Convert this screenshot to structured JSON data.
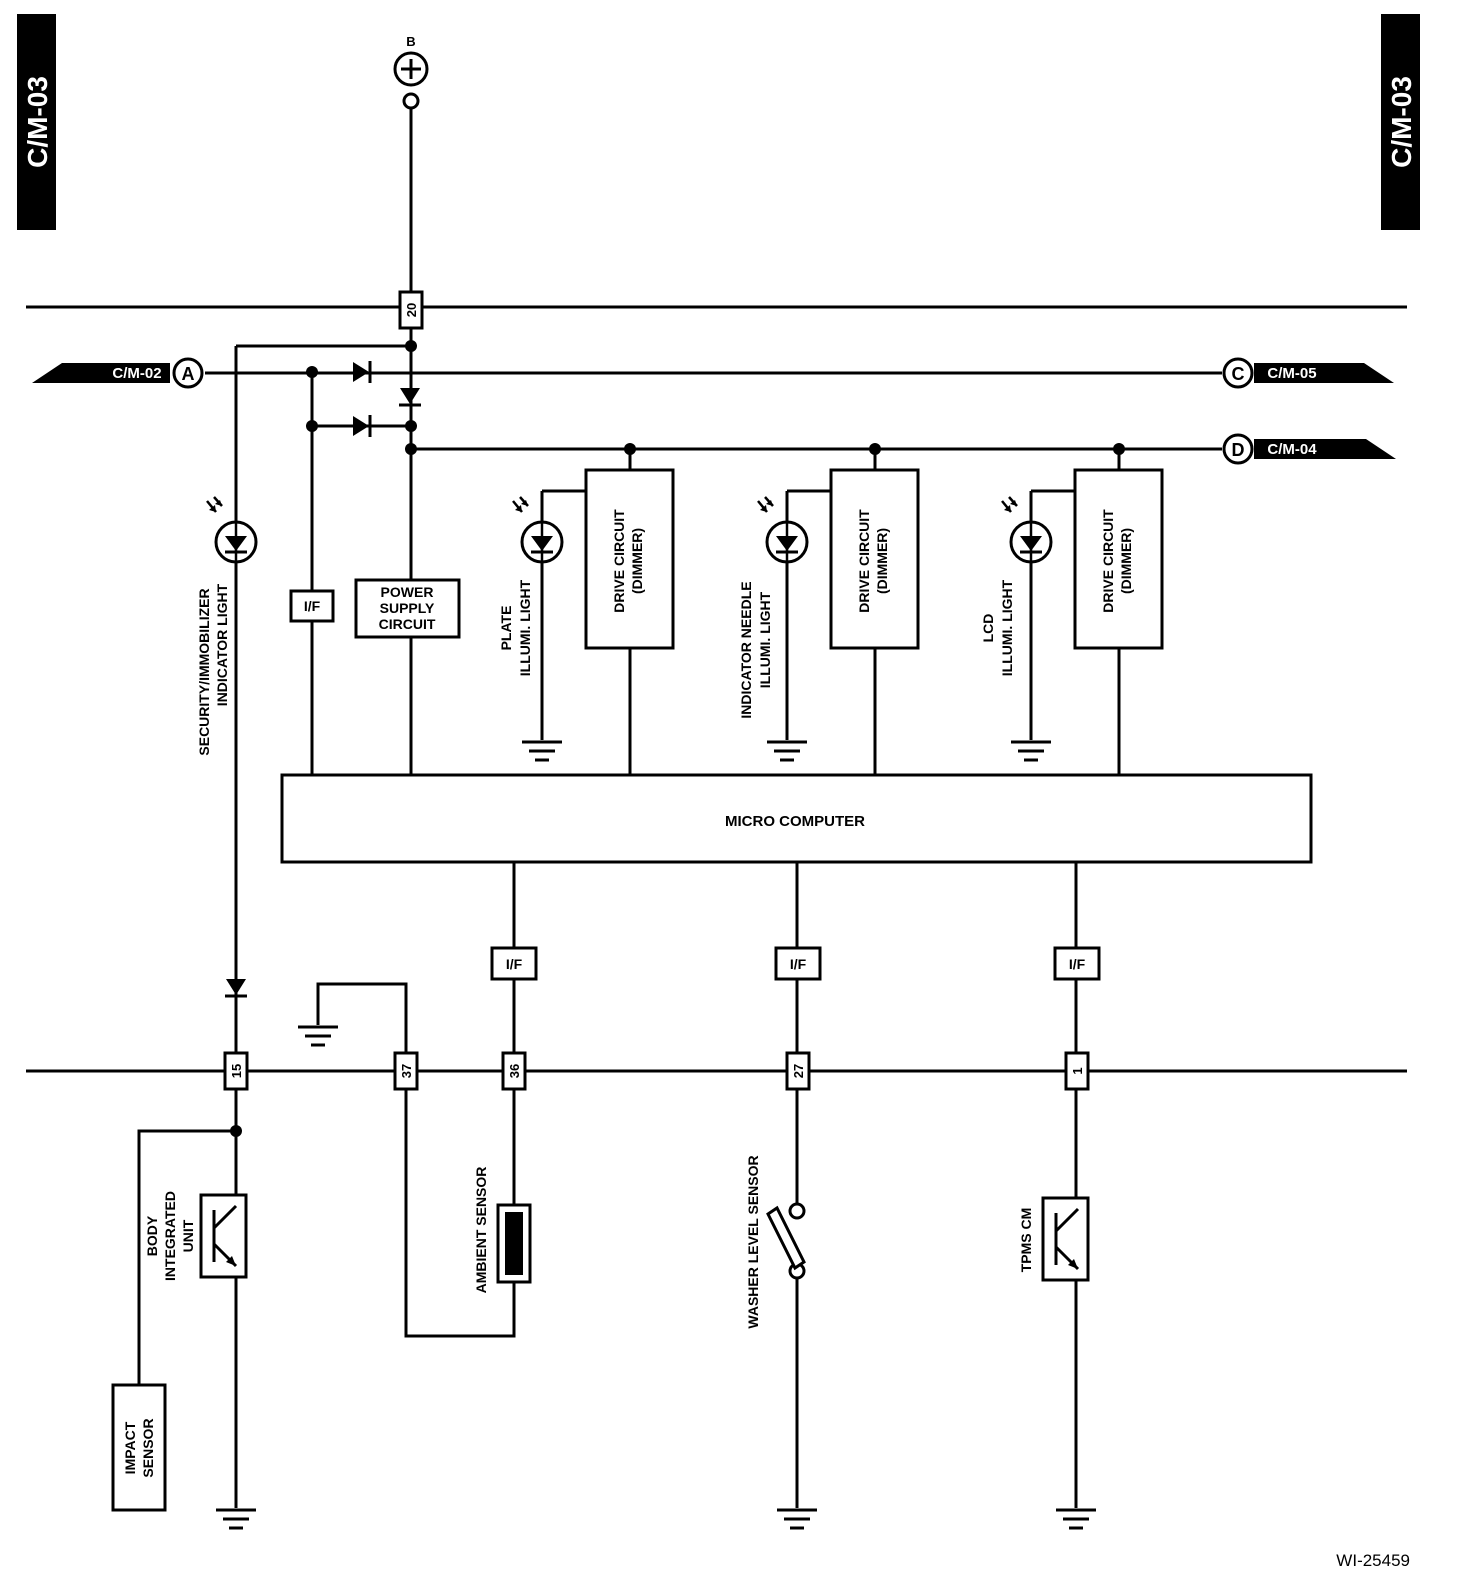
{
  "page_tags": {
    "left": "C/M-03",
    "right": "C/M-03"
  },
  "battery": {
    "label": "B"
  },
  "connectors": {
    "a": "A",
    "a_ref": "C/M-02",
    "c": "C",
    "c_ref": "C/M-05",
    "d": "D",
    "d_ref": "C/M-04"
  },
  "pins": {
    "p20": "20",
    "p15": "15",
    "p37": "37",
    "p36": "36",
    "p27": "27",
    "p1": "1"
  },
  "if_label": "I/F",
  "power_supply": {
    "line1": "POWER",
    "line2": "SUPPLY",
    "line3": "CIRCUIT"
  },
  "drive_circuit": {
    "line1": "DRIVE CIRCUIT",
    "line2": "(DIMMER)"
  },
  "lights": {
    "security": {
      "line1": "SECURITY/IMMOBILIZER",
      "line2": "INDICATOR LIGHT"
    },
    "plate": {
      "line1": "PLATE",
      "line2": "ILLUMI. LIGHT"
    },
    "needle": {
      "line1": "INDICATOR NEEDLE",
      "line2": "ILLUMI. LIGHT"
    },
    "lcd": {
      "line1": "LCD",
      "line2": "ILLUMI. LIGHT"
    }
  },
  "micro_computer": "MICRO COMPUTER",
  "components": {
    "body_unit": {
      "line1": "BODY",
      "line2": "INTEGRATED",
      "line3": "UNIT"
    },
    "impact": {
      "line1": "IMPACT",
      "line2": "SENSOR"
    },
    "ambient": "AMBIENT SENSOR",
    "washer": "WASHER LEVEL SENSOR",
    "tpms": "TPMS CM"
  },
  "figure_id": "WI-25459"
}
